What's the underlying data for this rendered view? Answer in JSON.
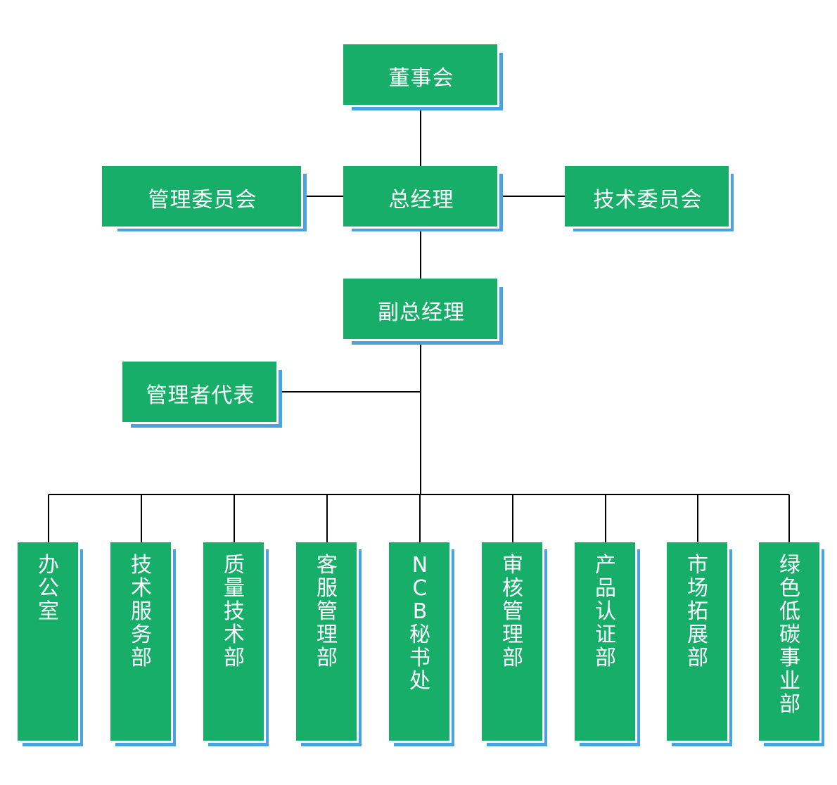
{
  "colors": {
    "box_fill": "#17ae69",
    "box_shadow": "#4aa3dd",
    "text": "#ffffff",
    "connector": "#000000"
  },
  "org": {
    "board": "董事会",
    "general_manager": "总经理",
    "management_committee": "管理委员会",
    "technical_committee": "技术委员会",
    "deputy_general_manager": "副总经理",
    "management_representative": "管理者代表",
    "departments": [
      "办公室",
      "技术服务部",
      "质量技术部",
      "客服管理部",
      "NCB秘书处",
      "审核管理部",
      "产品认证部",
      "市场拓展部",
      "绿色低碳事业部"
    ]
  }
}
